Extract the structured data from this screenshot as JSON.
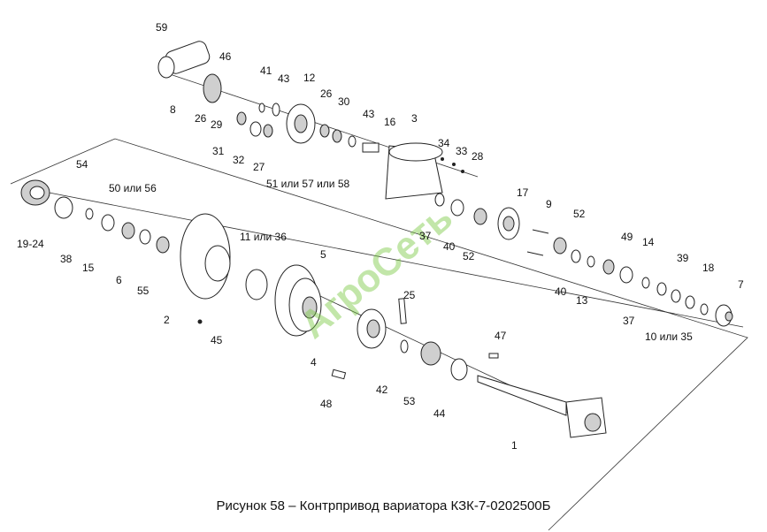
{
  "caption": "Рисунок 58 – Контрпривод вариатора КЗК-7-0202500Б",
  "watermark": "АгроСеть",
  "labels": [
    "59",
    "46",
    "8",
    "41",
    "43",
    "12",
    "26",
    "30",
    "26",
    "29",
    "31",
    "32",
    "27",
    "43",
    "16",
    "3",
    "34",
    "33",
    "28",
    "51 или 57 или 58",
    "54",
    "50 или 56",
    "19-24",
    "38",
    "15",
    "6",
    "55",
    "11 или 36",
    "2",
    "45",
    "5",
    "37",
    "40",
    "52",
    "17",
    "9",
    "52",
    "49",
    "14",
    "39",
    "18",
    "7",
    "25",
    "4",
    "47",
    "42",
    "53",
    "44",
    "48",
    "40",
    "13",
    "37",
    "10 или 35",
    "1"
  ]
}
